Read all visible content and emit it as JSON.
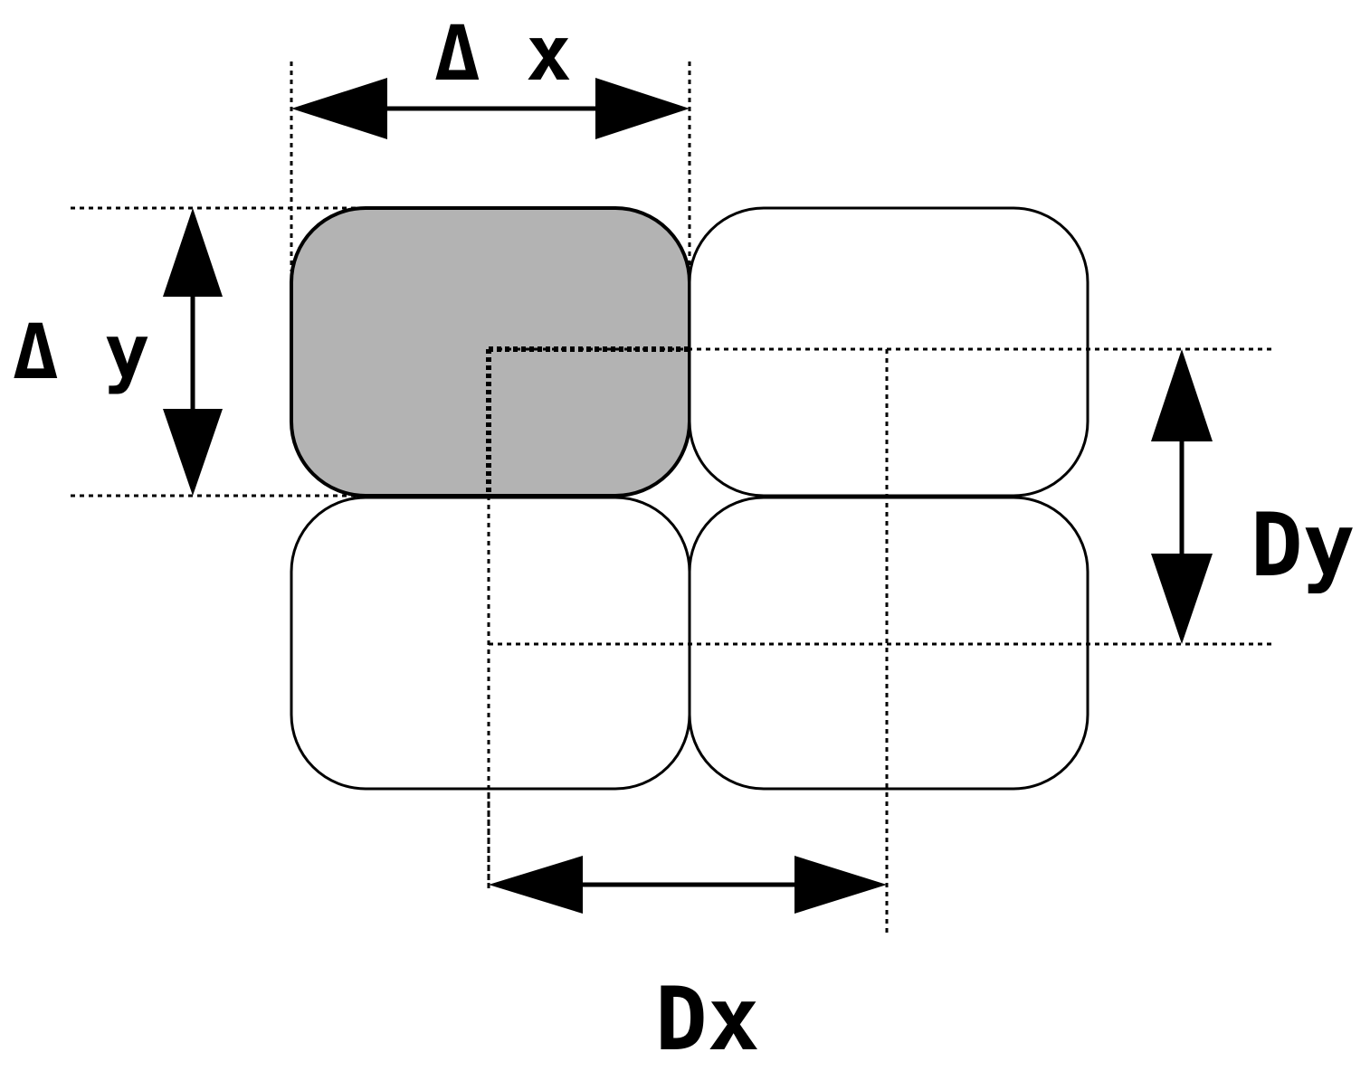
{
  "labels": {
    "delta_x": "Δ x",
    "delta_y": "Δ y",
    "dx": "Dx",
    "dy": "Dy"
  },
  "colors": {
    "highlighted_cell_fill": "#b3b3b3",
    "cell_fill": "#ffffff",
    "stroke": "#000000"
  }
}
